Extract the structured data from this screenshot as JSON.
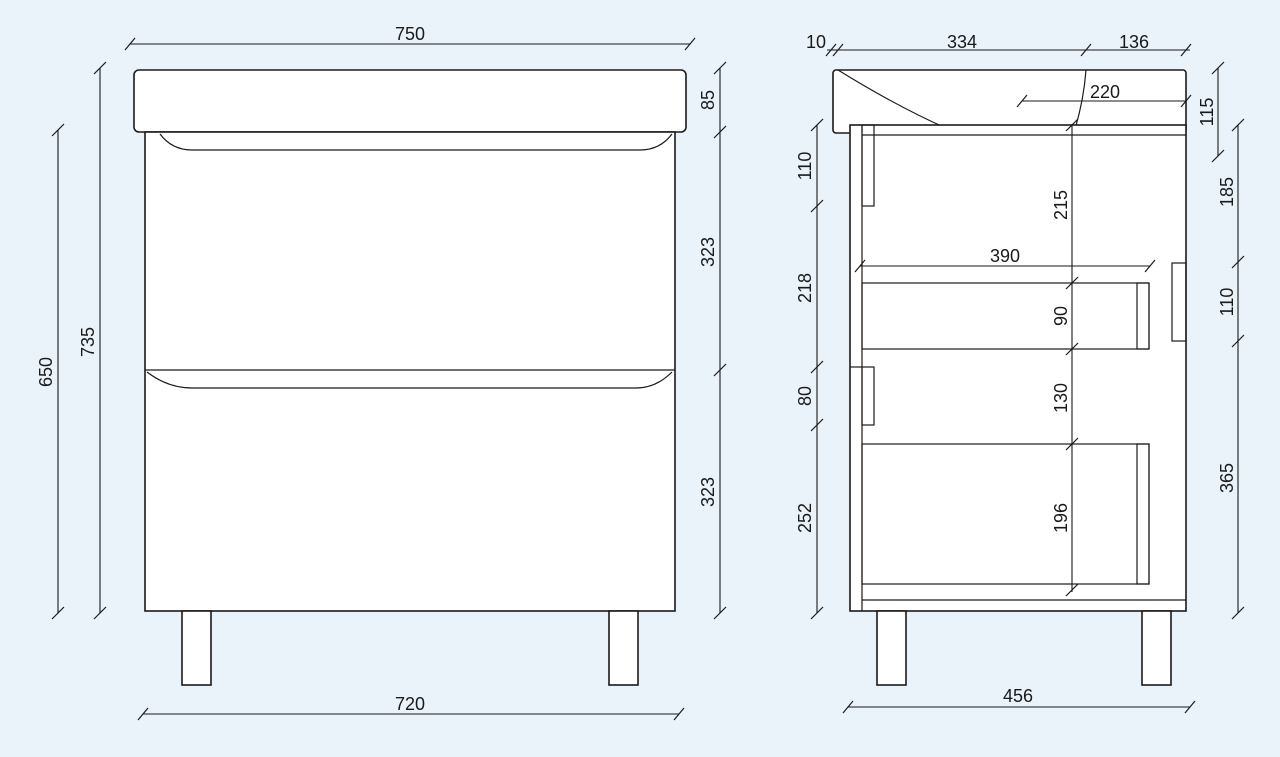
{
  "front_view": {
    "dimensions": {
      "top_width": "750",
      "bottom_width": "720",
      "total_height": "735",
      "cabinet_height": "650",
      "sink_height": "85",
      "upper_drawer": "323",
      "lower_drawer": "323"
    }
  },
  "side_view": {
    "dimensions": {
      "offset": "10",
      "sink_depth": "334",
      "rear_depth": "136",
      "drain_offset": "220",
      "sink_thickness": "115",
      "cabinet_depth": "456",
      "drawer_depth": "390",
      "gap_top": "215",
      "upper_box": "90",
      "gap_mid": "130",
      "lower_box": "196",
      "left_top": "110",
      "left_upper": "218",
      "left_gap": "80",
      "left_lower": "252",
      "right_top": "185",
      "right_mid": "110",
      "right_lower": "365"
    }
  },
  "colors": {
    "background": "#eaf3fa",
    "line": "#1a1a1a",
    "fill": "#ffffff"
  }
}
